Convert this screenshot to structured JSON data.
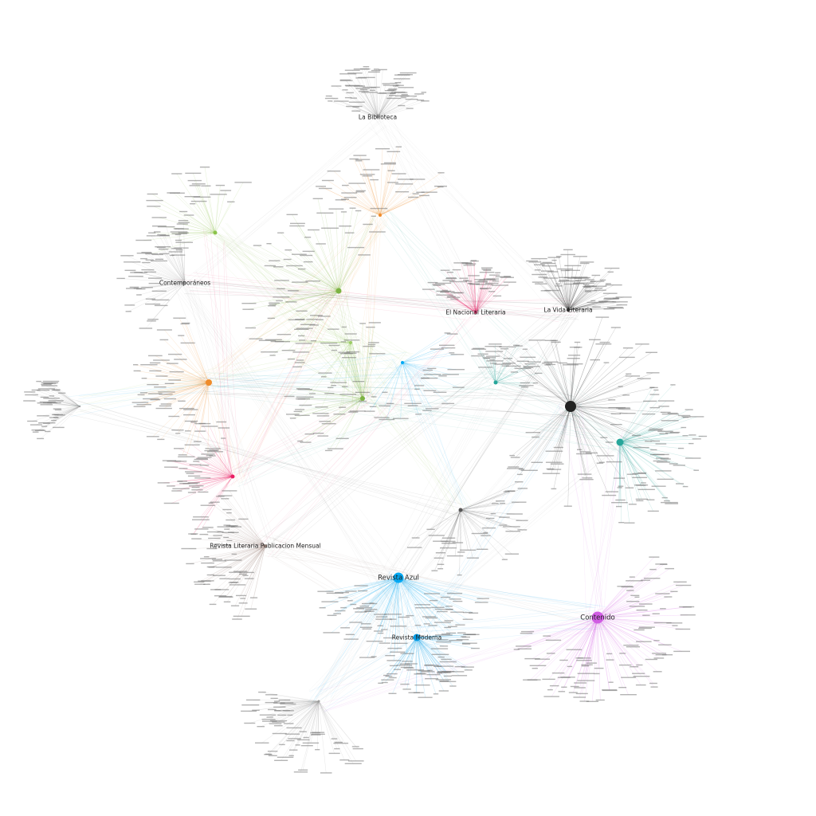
{
  "graph": {
    "hubs": [
      {
        "id": "la-biblioteca",
        "label": "La Biblioteca",
        "color": "#9e9e9e",
        "size": 1.5,
        "leaves": 70
      },
      {
        "id": "el-nacional",
        "label": "El Nacional Literaria",
        "color": "#e91e63",
        "size": 1.8,
        "leaves": 60
      },
      {
        "id": "la-vida-literaria",
        "label": "La Vida Literaria",
        "color": "#333333",
        "size": 2.2,
        "leaves": 80
      },
      {
        "id": "contemporaneos",
        "label": "Contemporáneos",
        "color": "#9e9e9e",
        "size": 1.6,
        "leaves": 55
      },
      {
        "id": "revista-literaria",
        "label": "Revista Literaria Publicacion Mensual",
        "color": "#a1887f",
        "size": 1.8,
        "leaves": 75
      },
      {
        "id": "revista-azul",
        "label": "Revista Azul",
        "color": "#03a9f4",
        "size": 6.5,
        "leaves": 90
      },
      {
        "id": "revista-moderna",
        "label": "Revista Moderna",
        "color": "#039be5",
        "size": 4.5,
        "leaves": 70
      },
      {
        "id": "contenido",
        "label": "Contenido",
        "color": "#d05ce3",
        "size": 7.5,
        "leaves": 110
      },
      {
        "id": "hub-bottom",
        "label": "",
        "color": "#9e9e9e",
        "size": 1.5,
        "leaves": 70
      },
      {
        "id": "hub-dark",
        "label": "",
        "color": "#222222",
        "size": 7.0,
        "leaves": 90
      },
      {
        "id": "hub-teal",
        "label": "",
        "color": "#26a69a",
        "size": 4.5,
        "leaves": 70
      },
      {
        "id": "hub-teal-small",
        "label": "",
        "color": "#26a69a",
        "size": 2.5,
        "leaves": 30
      },
      {
        "id": "hub-orange",
        "label": "",
        "color": "#ef8c2b",
        "size": 4.0,
        "leaves": 55
      },
      {
        "id": "hub-orange-top",
        "label": "",
        "color": "#ef8c2b",
        "size": 2.0,
        "leaves": 40
      },
      {
        "id": "hub-pink",
        "label": "",
        "color": "#e91e63",
        "size": 2.5,
        "leaves": 50
      },
      {
        "id": "hub-green-a",
        "label": "",
        "color": "#7cb342",
        "size": 3.5,
        "leaves": 55
      },
      {
        "id": "hub-green-b",
        "label": "",
        "color": "#7cb342",
        "size": 3.0,
        "leaves": 45
      },
      {
        "id": "hub-green-c",
        "label": "",
        "color": "#8bc34a",
        "size": 2.5,
        "leaves": 35
      },
      {
        "id": "hub-green-d",
        "label": "",
        "color": "#9ccc65",
        "size": 2.0,
        "leaves": 40
      },
      {
        "id": "hub-center",
        "label": "",
        "color": "#03a9f4",
        "size": 2.0,
        "leaves": 35
      },
      {
        "id": "hub-gray-mid",
        "label": "",
        "color": "#555555",
        "size": 2.5,
        "leaves": 45
      },
      {
        "id": "hub-gray-left",
        "label": "",
        "color": "#9e9e9e",
        "size": 1.2,
        "leaves": 45
      }
    ]
  }
}
